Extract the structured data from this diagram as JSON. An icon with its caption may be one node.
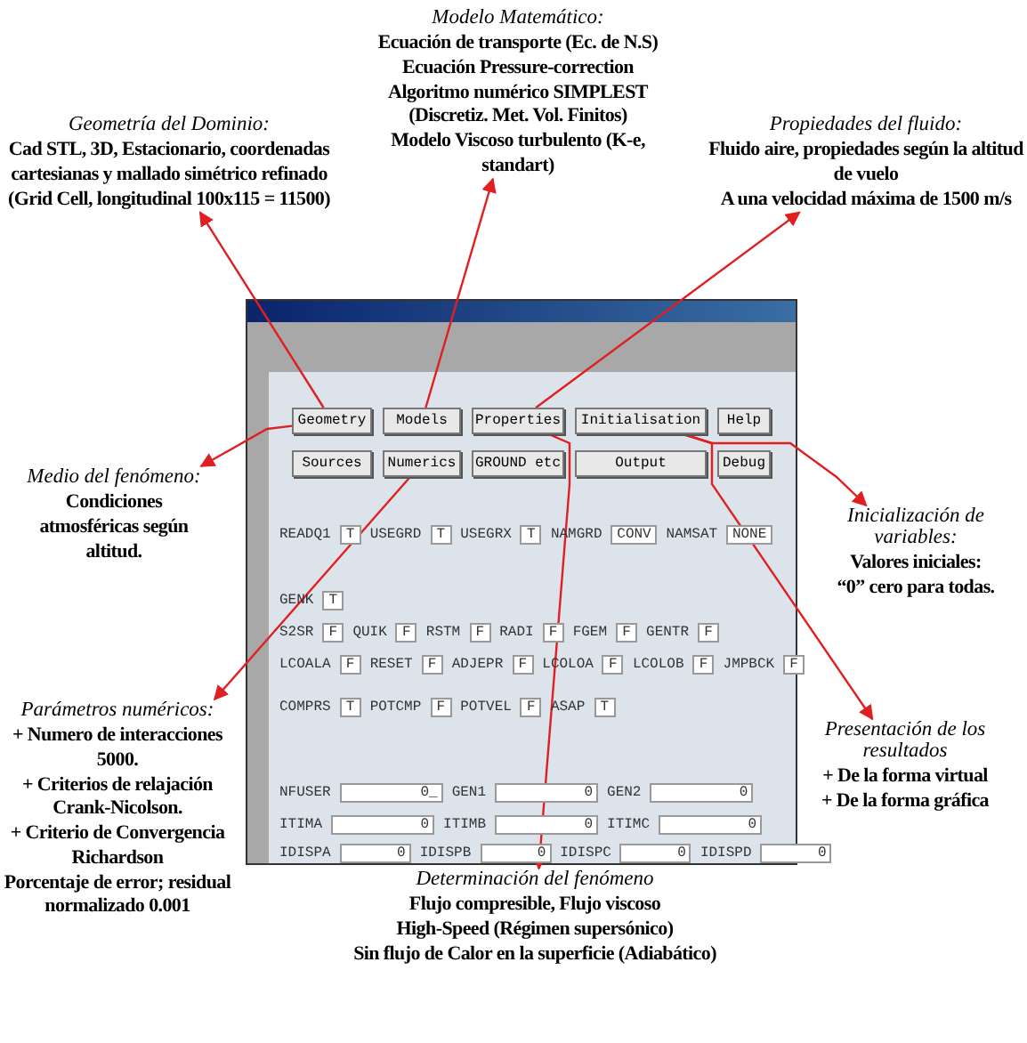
{
  "diagram": {
    "nodes": [
      {
        "text": [
          "Geometría del Dominio:",
          "Cad STL, 3D, Estacionario, coordenadas cartesianas y mallado simétrico refinado (Grid Cell, longitudinal 100x115 = 11500)"
        ]
      },
      {
        "text": [
          "Modelo Matemático:",
          "Ecuación de transporte (Ec. de N.S)",
          "Ecuación Pressure-correction",
          "Algoritmo numérico SIMPLEST (Discretiz. Met. Vol. Finitos)",
          "Modelo Viscoso turbulento (K-e, standart)"
        ]
      },
      {
        "text": [
          "Propiedades del fluido:",
          "Fluido aire, propiedades según la altitud de vuelo",
          "A una velocidad máxima de 1500 m/s"
        ]
      },
      {
        "text": [
          "Geometry"
        ]
      },
      {
        "text": [
          "Models"
        ]
      },
      {
        "text": [
          "Properties"
        ]
      },
      {
        "text": [
          "Initialisation"
        ]
      },
      {
        "text": [
          "Help"
        ]
      },
      {
        "text": [
          "Sources"
        ]
      },
      {
        "text": [
          "Numerics"
        ]
      },
      {
        "text": [
          "GROUND etc"
        ]
      },
      {
        "text": [
          "Output"
        ]
      },
      {
        "text": [
          "Debug"
        ]
      },
      {
        "text": [
          "Medio del fenómeno:",
          "Condiciones atmosféricas según altitud."
        ]
      },
      {
        "text": [
          "Inicialización de variables:",
          "Valores iniciales:",
          "“0” cero para todas."
        ]
      },
      {
        "text": [
          "Parámetros numéricos:",
          "+ Numero de interacciones 5000.",
          "+ Criterios de relajación Crank-Nicolson.",
          "+ Criterio de Convergencia Richardson",
          "Porcentaje de error; residual normalizado 0.001"
        ]
      },
      {
        "text": [
          "Presentación de los resultados",
          "+ De la forma virtual",
          "+ De la forma gráfica"
        ]
      },
      {
        "text": [
          "Determinación del fenómeno",
          "Flujo compresible, Flujo viscoso",
          "High-Speed (Régimen supersónico)",
          "Sin flujo de Calor en la superficie (Adiabático)"
        ]
      }
    ],
    "edges": [
      {
        "from": 3,
        "to": 0,
        "arrow": "to"
      },
      {
        "from": 4,
        "to": 1,
        "arrow": "to"
      },
      {
        "from": 5,
        "to": 2,
        "arrow": "to"
      },
      {
        "from": 3,
        "to": 13,
        "arrow": "to"
      },
      {
        "from": 9,
        "to": 15,
        "arrow": "to"
      },
      {
        "from": 5,
        "to": 17,
        "arrow": "to"
      },
      {
        "from": 6,
        "to": 14,
        "arrow": "to"
      },
      {
        "from": 6,
        "to": 16,
        "arrow": "to"
      }
    ],
    "labels": [
      "READQ1",
      "T",
      "USEGRD",
      "T",
      "USEGRX",
      "T",
      "NAMGRD",
      "CONV",
      "NAMSAT",
      "NONE",
      "GENK",
      "T",
      "S2SR",
      "F",
      "QUIK",
      "F",
      "RSTM",
      "F",
      "RADI",
      "F",
      "FGEM",
      "F",
      "GENTR",
      "F",
      "LCOALA",
      "F",
      "RESET",
      "F",
      "ADJEPR",
      "F",
      "LCOLOA",
      "F",
      "LCOLOB",
      "F",
      "JMPBCK",
      "F",
      "COMPRS",
      "T",
      "POTCMP",
      "F",
      "POTVEL",
      "F",
      "ASAP",
      "T",
      "NFUSER",
      "0_",
      "GEN1",
      "0",
      "GEN2",
      "0",
      "ITIMA",
      "0",
      "ITIMB",
      "0",
      "ITIMC",
      "0",
      "IDISPA",
      "0",
      "IDISPB",
      "0",
      "IDISPC",
      "0",
      "IDISPD",
      "0"
    ]
  }
}
